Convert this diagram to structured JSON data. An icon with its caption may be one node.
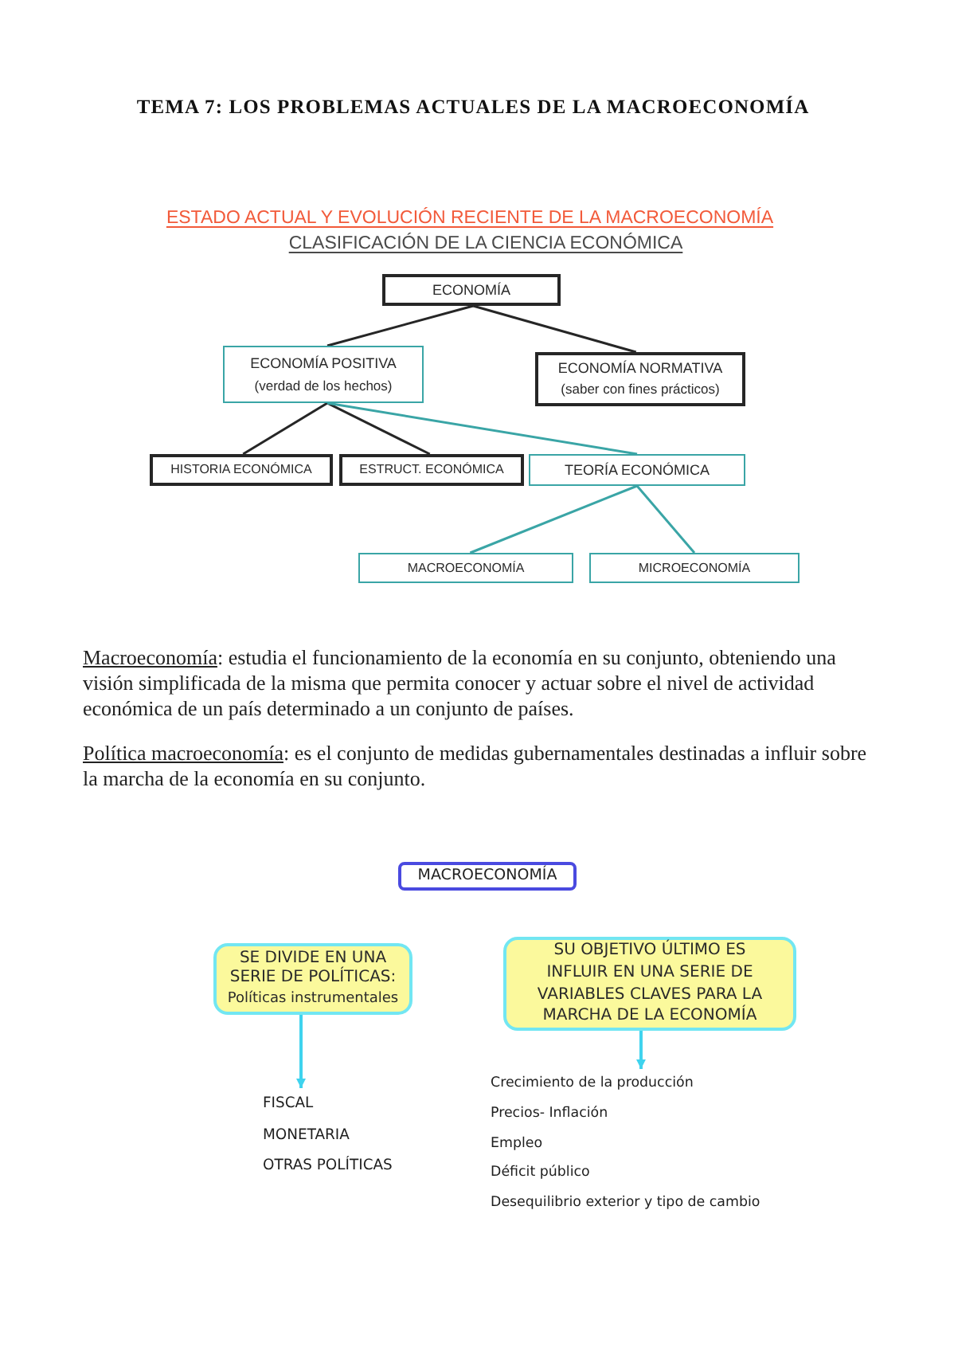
{
  "diagram": {
    "title": "TEMA 7: LOS PROBLEMAS ACTUALES DE LA MACROECONOMÍA",
    "nodes": [
      {
        "text": [
          "ECONOMÍA"
        ]
      },
      {
        "text": [
          "ECONOMÍA POSITIVA",
          "(verdad de los hechos)"
        ]
      },
      {
        "text": [
          "ECONOMÍA NORMATIVA",
          "(saber con fines prácticos)"
        ]
      },
      {
        "text": [
          "HISTORIA ECONÓMICA"
        ]
      },
      {
        "text": [
          "ESTRUCT. ECONÓMICA"
        ]
      },
      {
        "text": [
          "TEORÍA ECONÓMICA"
        ]
      },
      {
        "text": [
          "MACROECONOMÍA"
        ]
      },
      {
        "text": [
          "MICROECONOMÍA"
        ]
      },
      {
        "text": [
          "MACROECONOMÍA"
        ]
      },
      {
        "text": [
          "SE DIVIDE EN UNA SERIE DE POLÍTICAS:",
          "Políticas instrumentales"
        ]
      },
      {
        "text": [
          "SU OBJETIVO ÚLTIMO ES INFLUIR EN UNA SERIE DE VARIABLES CLAVES PARA LA MARCHA DE LA ECONOMÍA"
        ]
      },
      {
        "text": [
          "FISCAL",
          "MONETARIA",
          "OTRAS POLÍTICAS"
        ]
      },
      {
        "text": [
          "Crecimiento de la producción",
          "Precios- Inflación",
          "Empleo",
          "Déficit público",
          "Desequilibrio exterior y tipo de cambio"
        ]
      }
    ],
    "edges": [
      {
        "from": 0,
        "to": 1,
        "arrow": "none"
      },
      {
        "from": 0,
        "to": 2,
        "arrow": "none"
      },
      {
        "from": 1,
        "to": 3,
        "arrow": "none"
      },
      {
        "from": 1,
        "to": 4,
        "arrow": "none"
      },
      {
        "from": 1,
        "to": 5,
        "arrow": "none",
        "color": "#3aa5a6"
      },
      {
        "from": 5,
        "to": 6,
        "arrow": "none",
        "color": "#3aa5a6"
      },
      {
        "from": 5,
        "to": 7,
        "arrow": "none",
        "color": "#3aa5a6"
      },
      {
        "from": 9,
        "to": 11,
        "arrow": "to",
        "color": "#3fd3ee"
      },
      {
        "from": 10,
        "to": 12,
        "arrow": "to",
        "color": "#3fd3ee"
      }
    ],
    "labels": [
      "ESTADO ACTUAL Y EVOLUCIÓN RECIENTE DE LA MACROECONOMÍA",
      "CLASIFICACIÓN DE LA CIENCIA ECONÓMICA",
      "Macroeconomía: estudia el funcionamiento de la economía en su conjunto, obteniendo una visión simplificada de la misma que permita conocer y actuar sobre el nivel de actividad económica de un país determinado a un conjunto de países.",
      "Política macroeconomía: es el conjunto de medidas gubernamentales destinadas a influir sobre la marcha de la economía en su conjunto."
    ]
  }
}
